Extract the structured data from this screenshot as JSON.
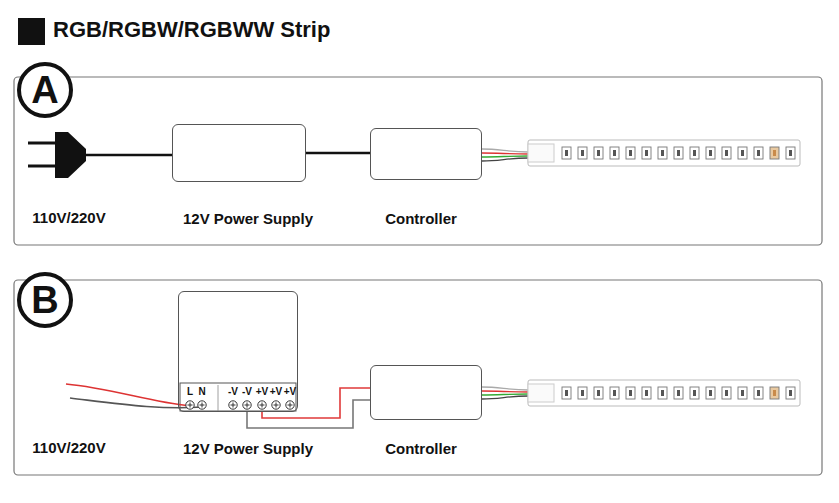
{
  "diagram": {
    "title": "RGB/RGBW/RGBWW Strip",
    "nodes": [
      {
        "text": [
          "A"
        ]
      },
      {
        "text": [
          "12V Power Supply"
        ]
      },
      {
        "text": [
          "Controller"
        ]
      },
      {
        "text": [
          "B"
        ]
      },
      {
        "text": [
          "12V Power Supply"
        ]
      },
      {
        "text": [
          "Controller"
        ]
      }
    ],
    "edges": [
      {
        "from": 1,
        "to": 2,
        "arrow": "none"
      },
      {
        "from": 4,
        "to": 5,
        "arrow": "none"
      },
      {
        "from": 4,
        "to": 5,
        "arrow": "none"
      }
    ],
    "labels": [
      "110V/220V",
      "L",
      "N",
      "-V",
      "-V",
      "+V",
      "+V",
      "+V",
      "110V/220V"
    ]
  }
}
